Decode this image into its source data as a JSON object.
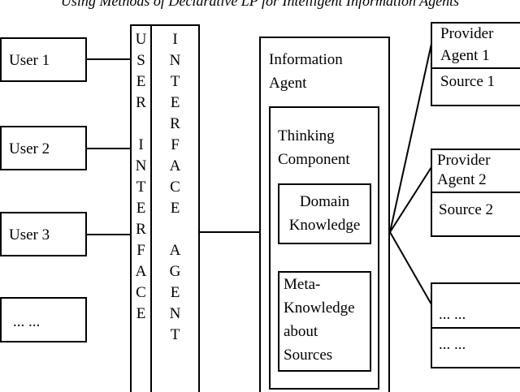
{
  "caption": "Using Methods of Declarative LP for Intelligent Information Agents",
  "users": [
    "User 1",
    "User 2",
    "User 3",
    "... ..."
  ],
  "user_interface": [
    "U",
    "S",
    "E",
    "R",
    "",
    "I",
    "N",
    "T",
    "E",
    "R",
    "F",
    "A",
    "C",
    "E"
  ],
  "interface_agent": [
    "I",
    "N",
    "T",
    "E",
    "R",
    "F",
    "A",
    "C",
    "E",
    "",
    "A",
    "G",
    "E",
    "N",
    "T"
  ],
  "information_agent": {
    "title": "Information\nAgent",
    "thinking": {
      "title": "Thinking\nComponent",
      "domain": "Domain\nKnowledge",
      "meta": "Meta-\nKnowledge\nabout\nSources"
    }
  },
  "providers": [
    {
      "agent": "Provider\nAgent 1",
      "source": "Source 1"
    },
    {
      "agent": "Provider\nAgent 2",
      "source": "Source 2"
    },
    {
      "agent": "... ...",
      "source": "... ..."
    }
  ]
}
